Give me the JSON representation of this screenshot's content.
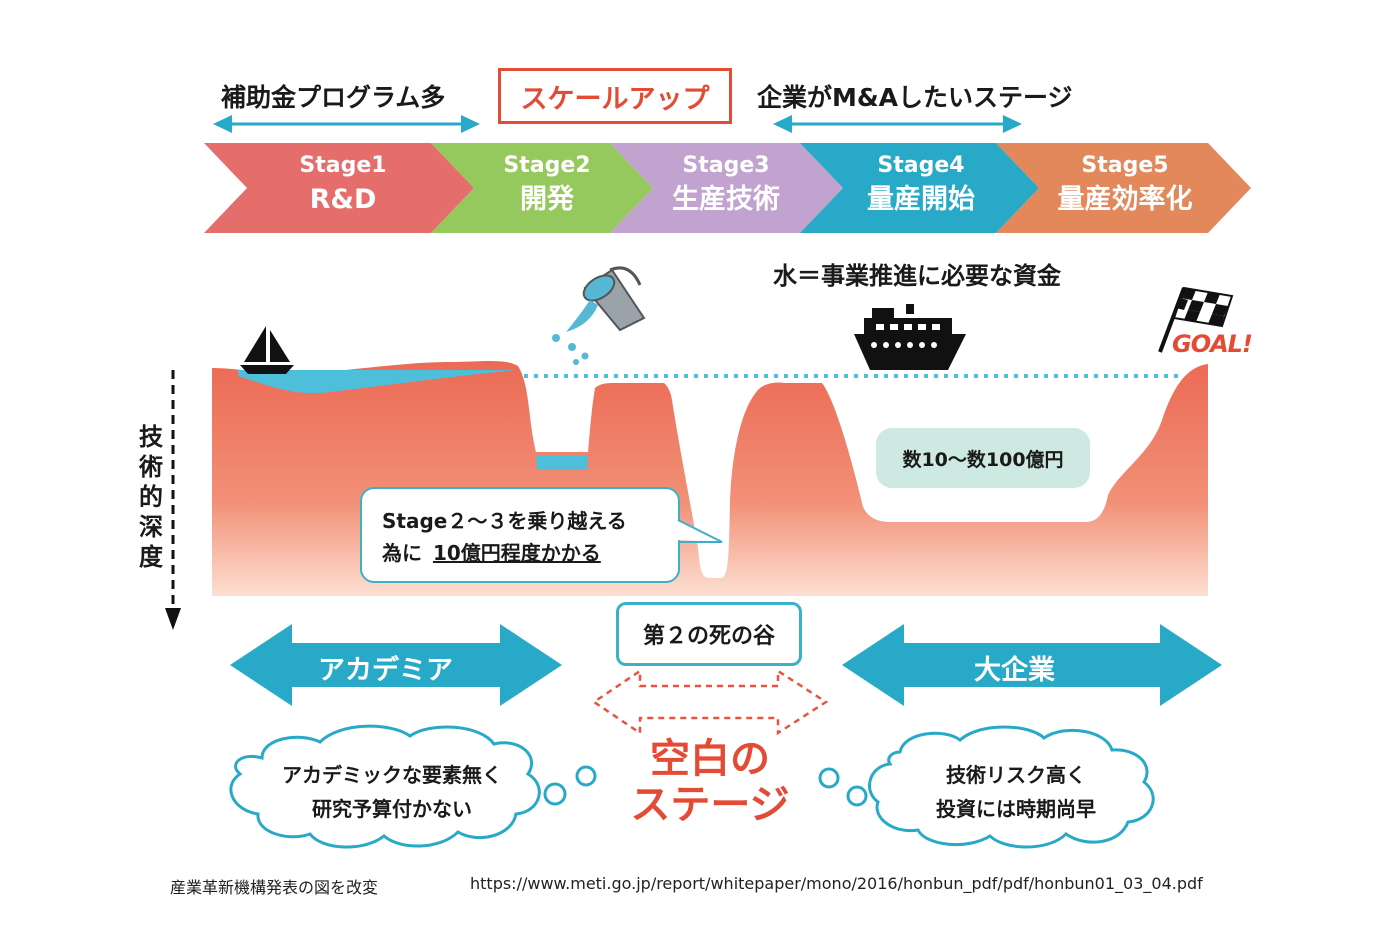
{
  "top": {
    "subsidy_label": "補助金プログラム多",
    "scaleup_label": "スケールアップ",
    "ma_label": "企業がM&Aしたいステージ"
  },
  "stages": [
    {
      "num": "Stage1",
      "name": "R&D",
      "color": "#e56e6d"
    },
    {
      "num": "Stage2",
      "name": "開発",
      "color": "#95c85d"
    },
    {
      "num": "Stage3",
      "name": "生産技術",
      "color": "#c2a2ce"
    },
    {
      "num": "Stage4",
      "name": "量産開始",
      "color": "#29a9c8"
    },
    {
      "num": "Stage5",
      "name": "量産効率化",
      "color": "#e2885a"
    }
  ],
  "water_note": "水＝事業推進に必要な資金",
  "goal_label": "GOAL!",
  "depth_label": "技術的深度",
  "funds_label": "数10～数100億円",
  "callout": {
    "line1": "Stage２～３を乗り越える",
    "line2_prefix": "為に",
    "line2_underlined": "10億円程度かかる"
  },
  "valley_label": "第２の死の谷",
  "academia_label": "アカデミア",
  "enterprise_label": "大企業",
  "blank_stage": {
    "line1": "空白の",
    "line2": "ステージ"
  },
  "cloud_left": {
    "line1": "アカデミックな要素無く",
    "line2": "研究予算付かない"
  },
  "cloud_right": {
    "line1": "技術リスク高く",
    "line2": "投資には時期尚早"
  },
  "footer": {
    "source": "産業革新機構発表の図を改変",
    "url": "https://www.meti.go.jp/report/whitepaper/mono/2016/honbun_pdf/pdf/honbun01_03_04.pdf"
  },
  "colors": {
    "teal": "#29a9c8",
    "red": "#e34b35",
    "terrain_top": "#ec6a55",
    "terrain_bottom": "#fbd7c8",
    "water": "#4dbfdb",
    "funds_box": "#cde9e1"
  }
}
